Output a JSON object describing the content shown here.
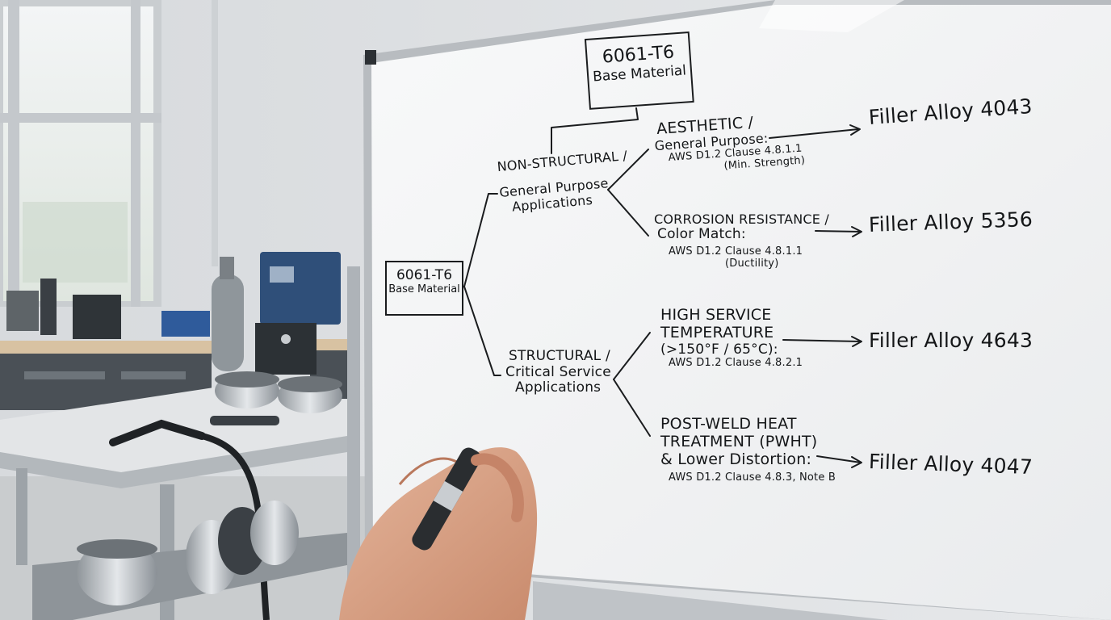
{
  "flowchart": {
    "top_box": {
      "line1": "6061-T6",
      "line2": "Base Material"
    },
    "left_box": {
      "line1": "6061-T6",
      "line2": "Base Material"
    },
    "non_structural": {
      "line1": "NON-STRUCTURAL /",
      "line2": "General Purpose",
      "line3": "Applications"
    },
    "structural": {
      "line1": "STRUCTURAL /",
      "line2": "Critical Service",
      "line3": "Applications"
    },
    "aesthetic": {
      "line1": "AESTHETIC /",
      "line2": "General Purpose:",
      "line3": "AWS D1.2 Clause 4.8.1.1",
      "line4": "(Min. Strength)",
      "filler": "Filler Alloy 4043"
    },
    "corrosion": {
      "line1": "CORROSION RESISTANCE /",
      "line2": "Color Match:",
      "line3": "AWS D1.2 Clause 4.8.1.1",
      "line4": "(Ductility)",
      "filler": "Filler Alloy 5356"
    },
    "high_temp": {
      "line1": "HIGH SERVICE",
      "line2": "TEMPERATURE",
      "line3": "(>150°F / 65°C):",
      "line4": "AWS D1.2 Clause 4.8.2.1",
      "filler": "Filler Alloy 4643"
    },
    "pwht": {
      "line1": "POST-WELD HEAT",
      "line2": "TREATMENT (PWHT)",
      "line3": "& Lower Distortion:",
      "line4": "AWS D1.2 Clause 4.8.3, Note B",
      "filler": "Filler Alloy 4047"
    }
  },
  "colors": {
    "ink": "#141618",
    "board": "#f4f5f6",
    "wall": "#dfe2e4",
    "bench_top": "#d8c2a2",
    "welder_blue": "#2f4f79",
    "skin": "#d9a184"
  }
}
